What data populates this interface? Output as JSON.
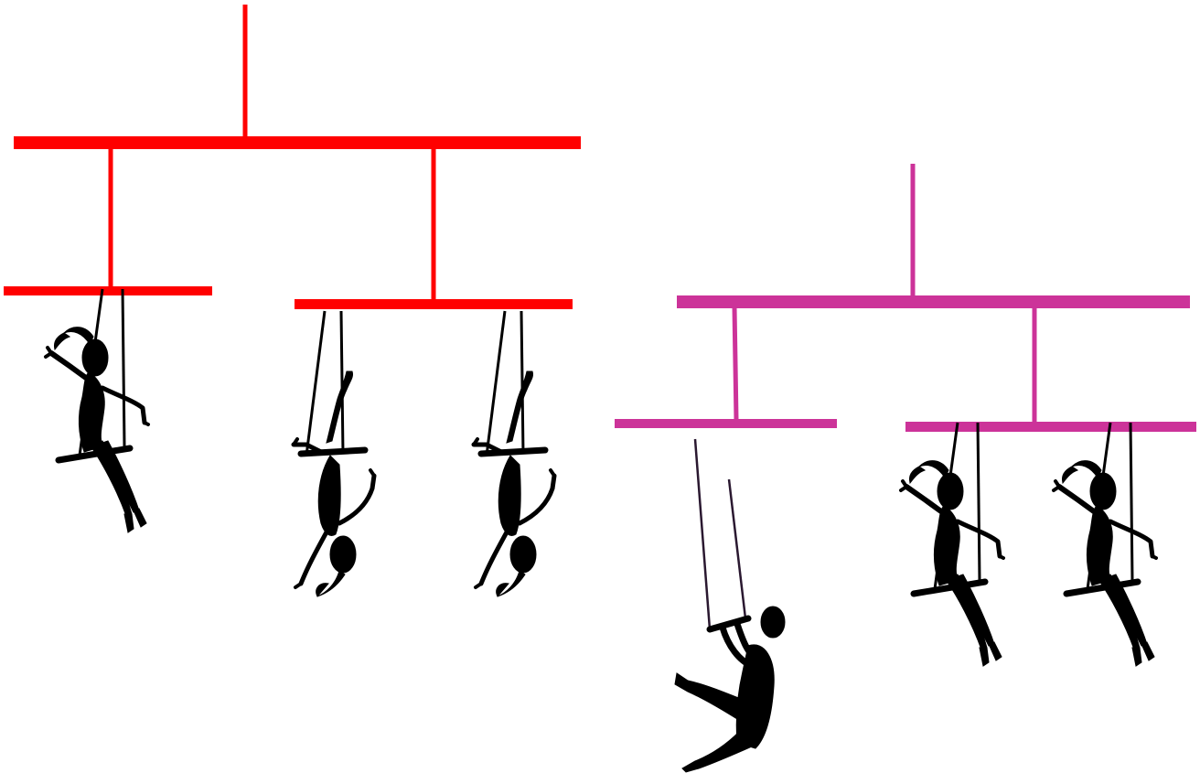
{
  "mobiles": [
    {
      "name": "left-mobile",
      "color": "#ff0000",
      "figures": [
        {
          "pose": "sitting-on-trapeze"
        },
        {
          "pose": "hanging-upside-down"
        },
        {
          "pose": "hanging-upside-down"
        }
      ]
    },
    {
      "name": "right-mobile",
      "color": "#cc3399",
      "figures": [
        {
          "pose": "hanging-from-bar"
        },
        {
          "pose": "sitting-on-trapeze"
        },
        {
          "pose": "sitting-on-trapeze"
        }
      ]
    }
  ],
  "figure_color": "#000000",
  "background": "#ffffff"
}
